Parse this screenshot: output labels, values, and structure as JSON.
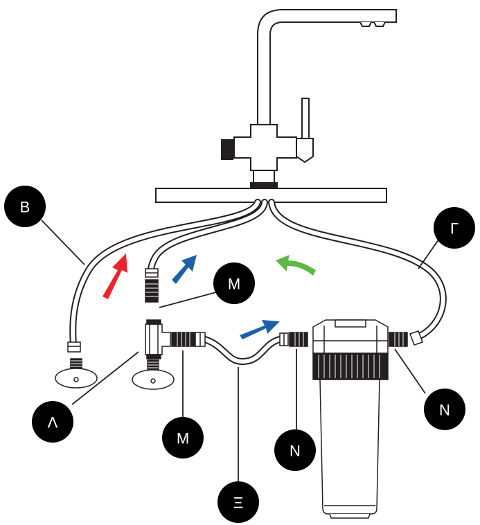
{
  "labels": {
    "hose_cold": "B",
    "hose_hot": "Γ",
    "adapter_upper": "M",
    "adapter_lower": "M",
    "tee": "Λ",
    "filter_inlet": "N",
    "filter_outlet": "N",
    "connecting_hose": "Ξ"
  },
  "arrow_colors": {
    "red": "#e8262b",
    "blue": "#1f5fa8",
    "green": "#5fb845"
  },
  "line_color": "#231f20"
}
